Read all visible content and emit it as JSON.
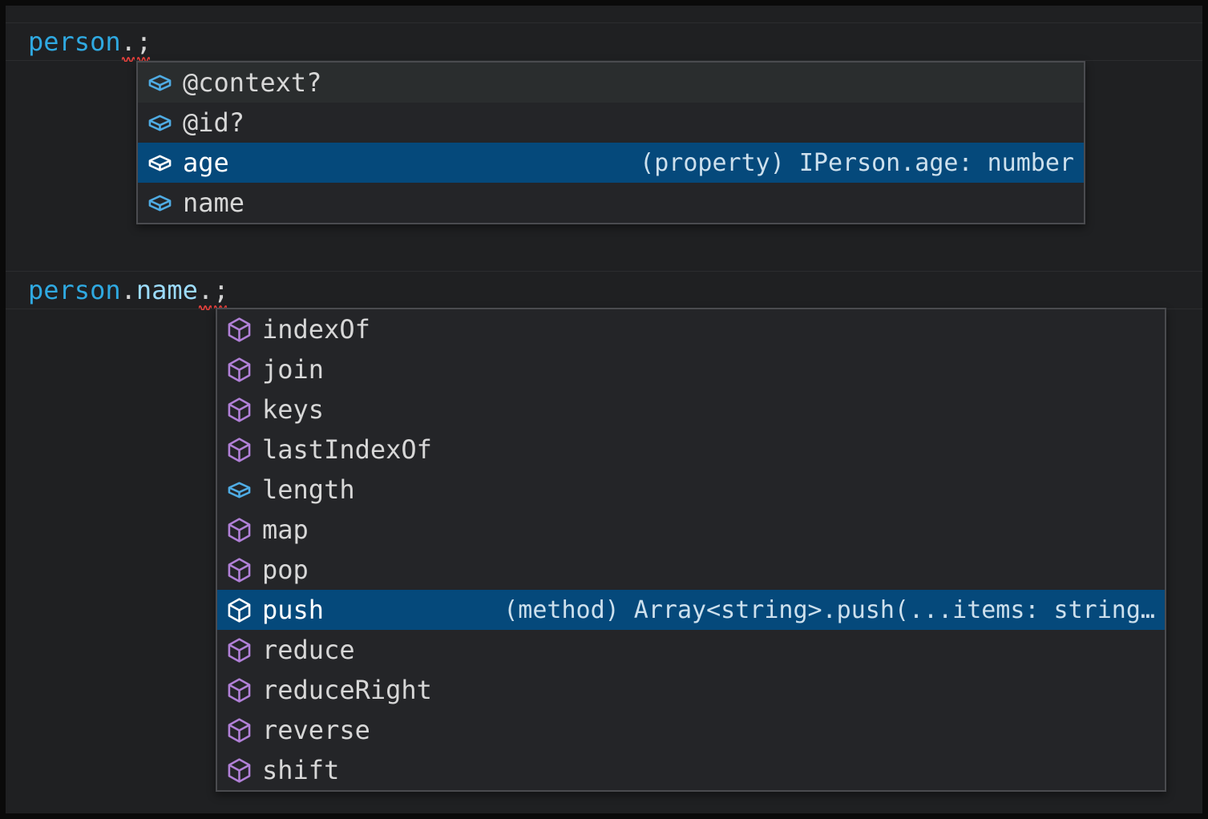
{
  "app": "code-editor-intellisense",
  "colors": {
    "editor_bg": "#1F2022",
    "popup_bg": "#242528",
    "popup_border": "#4A4B4F",
    "row_hover_bg": "#2A2D2E",
    "row_selected_bg": "#05497B",
    "label": "#D7D7D7",
    "label_selected": "#FFFFFF",
    "detail": "#BFD2DE",
    "detail_selected": "#CDE0ED",
    "squiggle": "#E8413C",
    "icons": {
      "field": "#4FACE4",
      "method": "#B180D7",
      "selected": "#FFFFFF"
    },
    "tokens": {
      "variable": "#2FA9E1",
      "property": "#9CDCFE",
      "punct": "#D4D4D4"
    }
  },
  "code_lines": [
    {
      "name": "code-line-person",
      "text": "person.;",
      "tokens": [
        {
          "text": "person",
          "style": "variable"
        },
        {
          "text": ".",
          "style": "punct",
          "squiggle": true
        },
        {
          "text": ";",
          "style": "punct",
          "squiggle": true
        }
      ]
    },
    {
      "name": "code-line-person-name",
      "text": "person.name.;",
      "tokens": [
        {
          "text": "person",
          "style": "variable"
        },
        {
          "text": ".",
          "style": "punct"
        },
        {
          "text": "name",
          "style": "property"
        },
        {
          "text": ".",
          "style": "punct",
          "squiggle": true
        },
        {
          "text": ";",
          "style": "punct",
          "squiggle": true
        }
      ]
    }
  ],
  "suggest_popups": [
    {
      "name": "person-member-suggestions",
      "items": [
        {
          "label": "@context?",
          "kind": "field",
          "state": "hover"
        },
        {
          "label": "@id?",
          "kind": "field",
          "state": "normal"
        },
        {
          "label": "age",
          "kind": "field",
          "state": "selected",
          "detail": "(property) IPerson.age: number"
        },
        {
          "label": "name",
          "kind": "field",
          "state": "normal"
        }
      ]
    },
    {
      "name": "name-member-suggestions",
      "items": [
        {
          "label": "indexOf",
          "kind": "method",
          "state": "normal"
        },
        {
          "label": "join",
          "kind": "method",
          "state": "normal"
        },
        {
          "label": "keys",
          "kind": "method",
          "state": "normal"
        },
        {
          "label": "lastIndexOf",
          "kind": "method",
          "state": "normal"
        },
        {
          "label": "length",
          "kind": "field",
          "state": "normal"
        },
        {
          "label": "map",
          "kind": "method",
          "state": "normal"
        },
        {
          "label": "pop",
          "kind": "method",
          "state": "normal"
        },
        {
          "label": "push",
          "kind": "method",
          "state": "selected",
          "detail": "(method) Array<string>.push(...items: string…"
        },
        {
          "label": "reduce",
          "kind": "method",
          "state": "normal"
        },
        {
          "label": "reduceRight",
          "kind": "method",
          "state": "normal"
        },
        {
          "label": "reverse",
          "kind": "method",
          "state": "normal"
        },
        {
          "label": "shift",
          "kind": "method",
          "state": "normal"
        }
      ]
    }
  ]
}
